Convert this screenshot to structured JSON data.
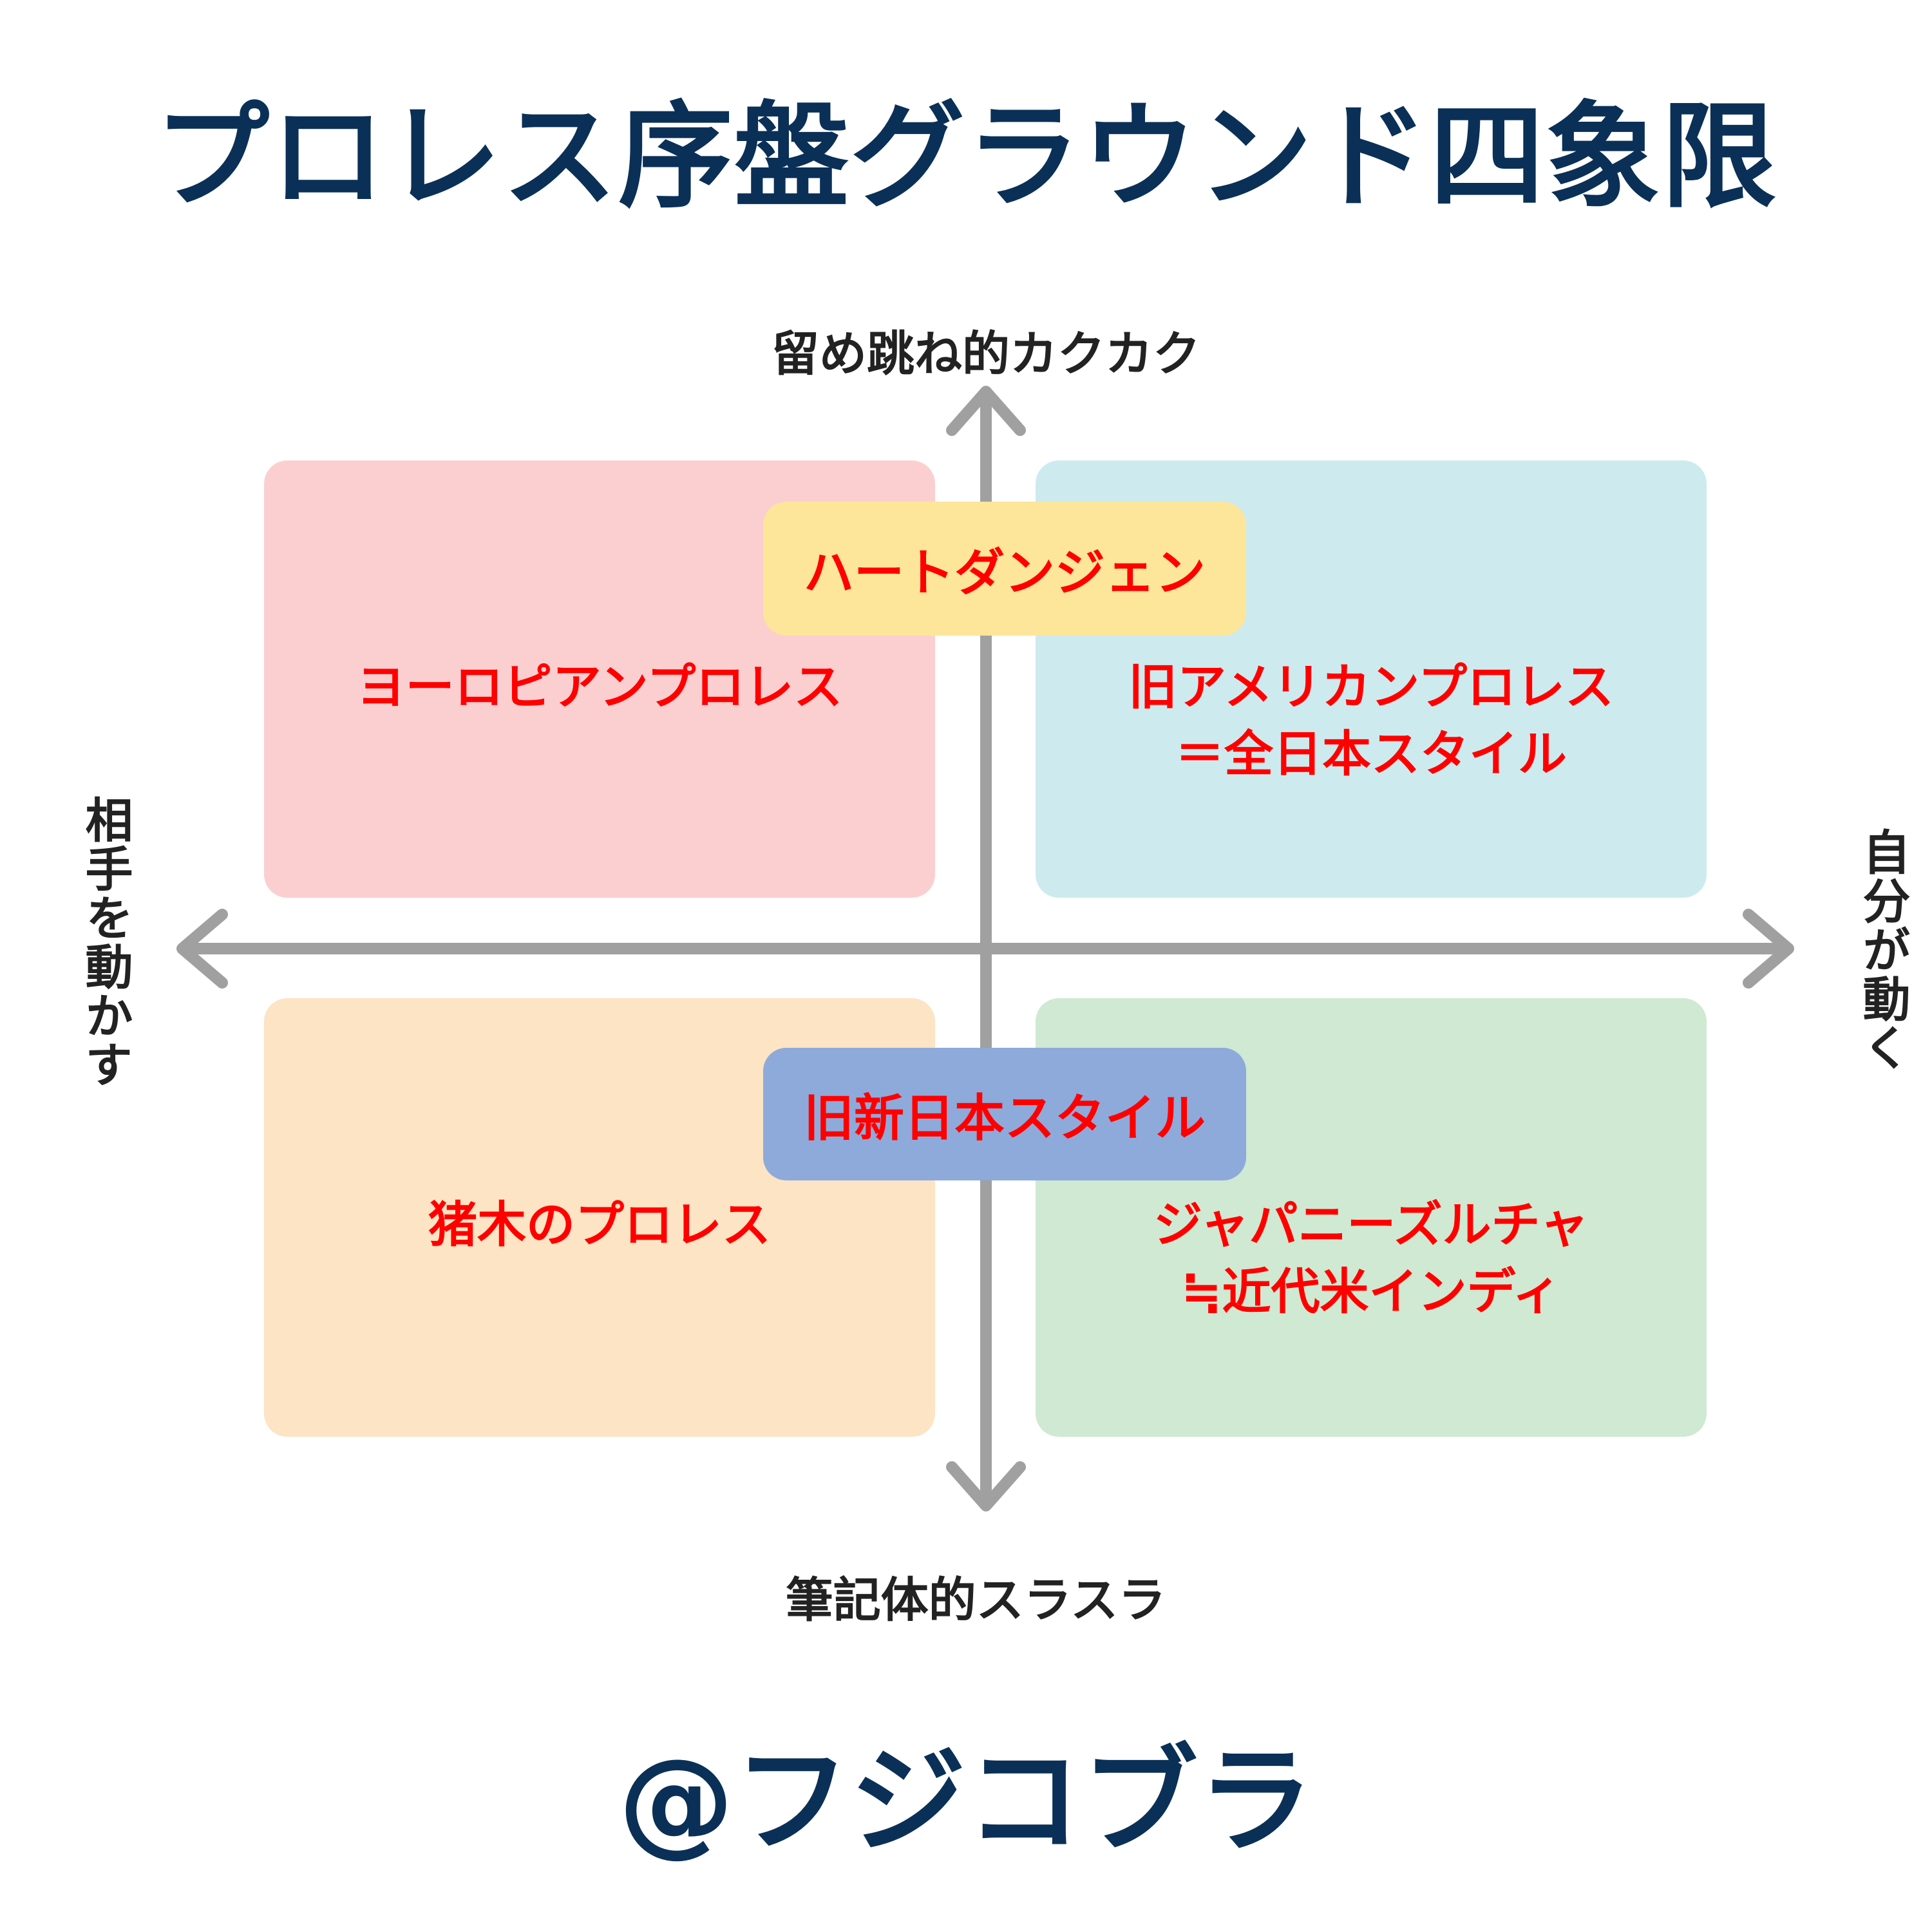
{
  "title": "プロレス序盤グラウンド四象限",
  "axes": {
    "top": "留め跳ね的カクカク",
    "bottom": "筆記体的スラスラ",
    "left": "相手を動かす",
    "right": "自分が動く",
    "color": "#a0a0a0"
  },
  "quadrants": {
    "top_left": {
      "lines": [
        "ヨーロピアンプロレス"
      ],
      "color": "#fbcfd0"
    },
    "top_right": {
      "lines": [
        "旧アメリカンプロレス",
        "＝全日本スタイル"
      ],
      "color": "#cdebef"
    },
    "bottom_left": {
      "lines": [
        "猪木のプロレス"
      ],
      "color": "#fce4c4"
    },
    "bottom_right": {
      "lines": [
        "ジャパニーズルチャ",
        "≒近代米インディ"
      ],
      "color": "#cfe9d2"
    }
  },
  "tags": {
    "top": {
      "label": "ハートダンジェン",
      "color": "#fde59a"
    },
    "bottom": {
      "label": "旧新日本スタイル",
      "color": "#8eaadb"
    }
  },
  "footer": "@フジコブラ",
  "text_color": "#0b3057",
  "item_text_color": "#ff0000"
}
